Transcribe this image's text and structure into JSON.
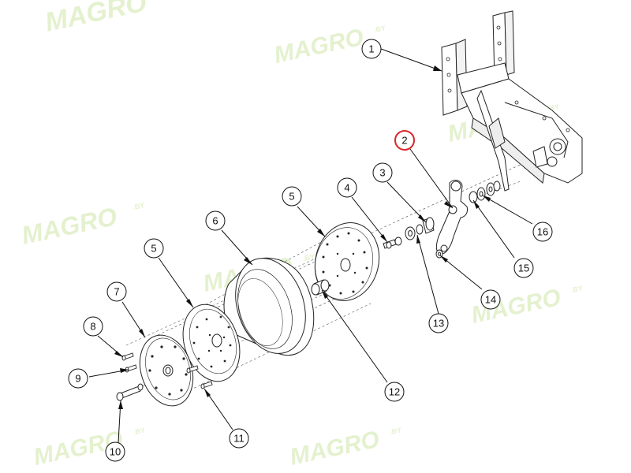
{
  "watermark": {
    "brand": "MAGRO",
    "suffix": ".BY",
    "color": "#cfe6a8"
  },
  "highlight_color": "#d9262c",
  "callouts": [
    {
      "label": "1",
      "part": "frame-bracket"
    },
    {
      "label": "2",
      "part": "crank-arm",
      "highlighted": true
    },
    {
      "label": "3",
      "part": "bushing"
    },
    {
      "label": "4",
      "part": "bolt"
    },
    {
      "label": "5",
      "part": "inner-wheel-disc"
    },
    {
      "label": "5",
      "part": "outer-wheel-disc"
    },
    {
      "label": "6",
      "part": "tire"
    },
    {
      "label": "7",
      "part": "hub-cap-plate"
    },
    {
      "label": "8",
      "part": "screw"
    },
    {
      "label": "9",
      "part": "screw"
    },
    {
      "label": "10",
      "part": "axle-bolt"
    },
    {
      "label": "11",
      "part": "screw"
    },
    {
      "label": "12",
      "part": "spacer-tube"
    },
    {
      "label": "13",
      "part": "washer"
    },
    {
      "label": "14",
      "part": "nut"
    },
    {
      "label": "15",
      "part": "bushing"
    },
    {
      "label": "16",
      "part": "washer-set"
    }
  ]
}
